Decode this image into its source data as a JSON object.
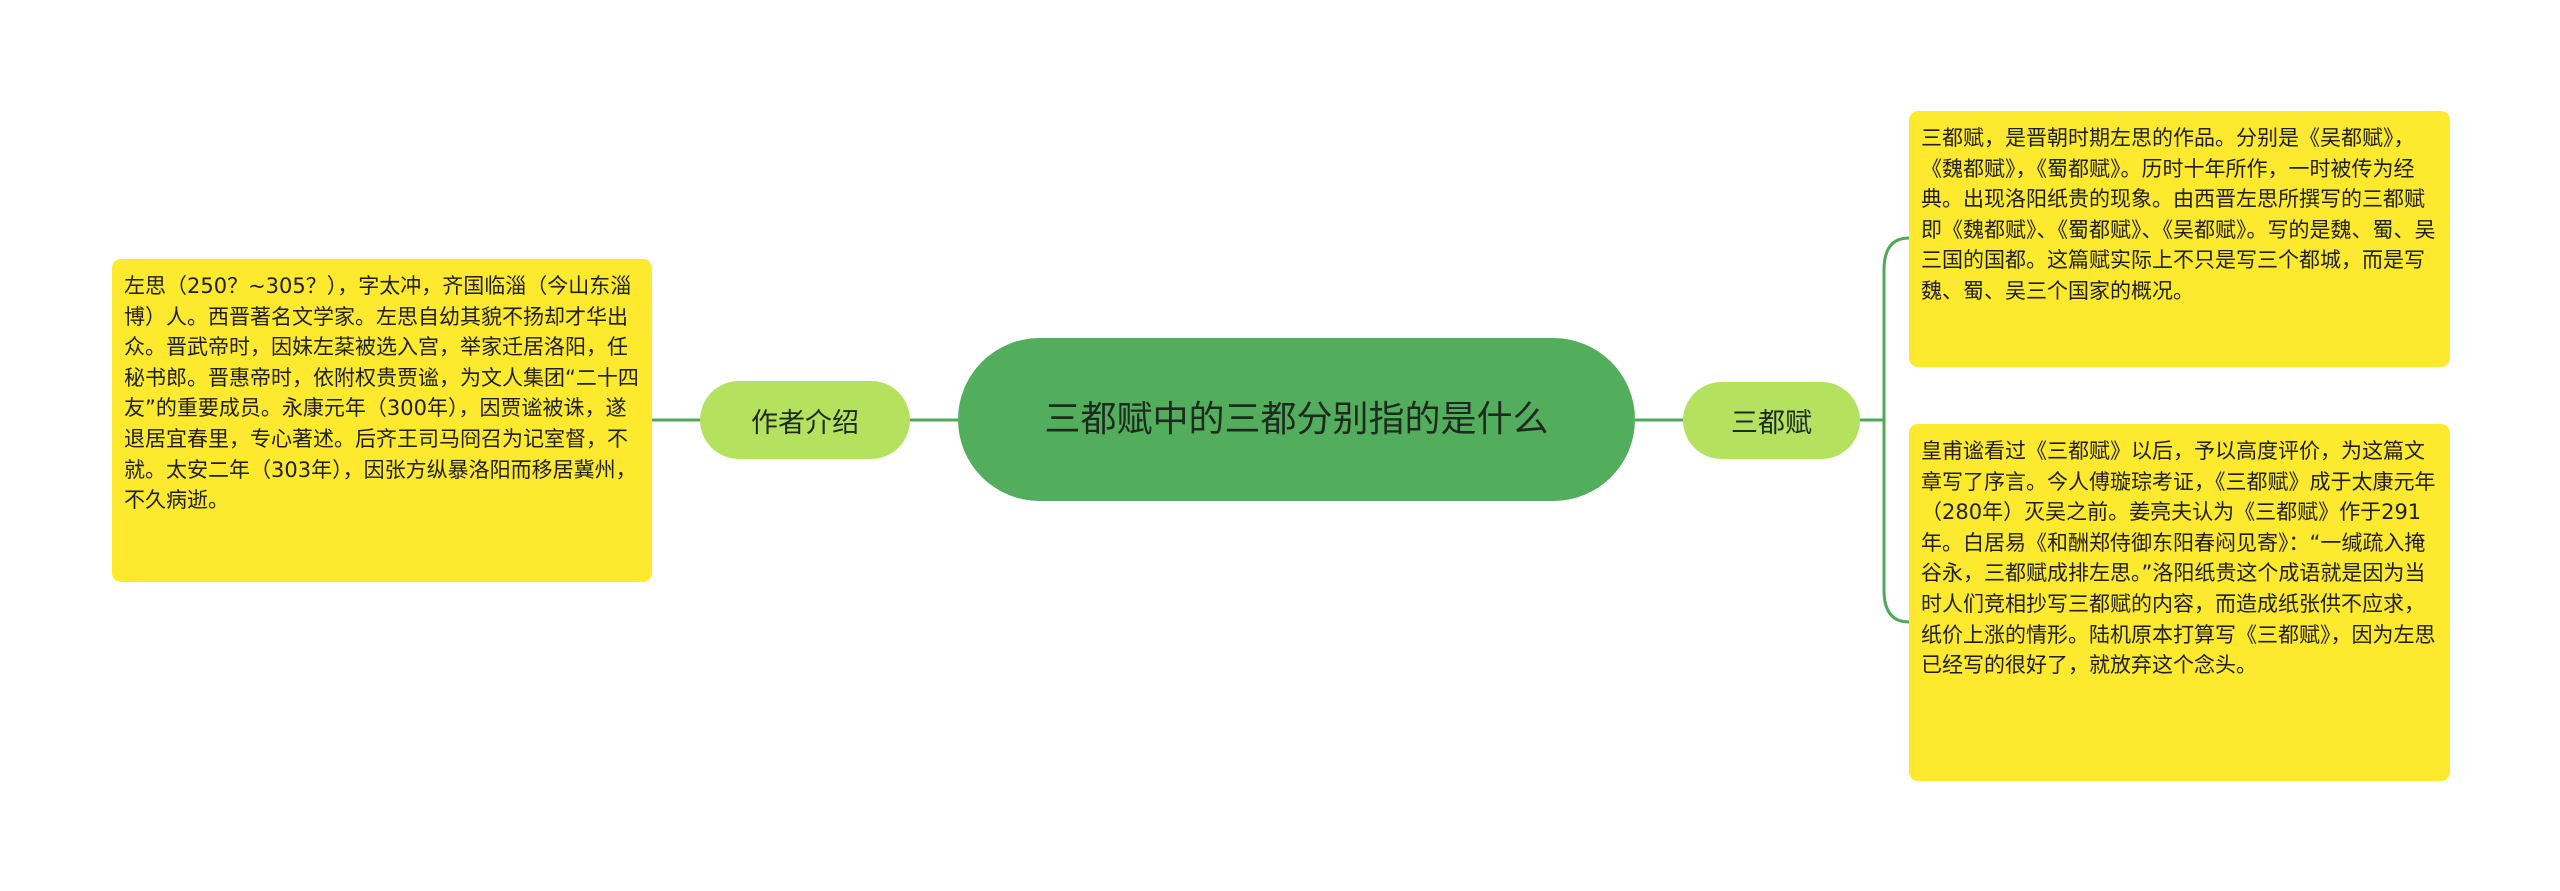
{
  "mindmap": {
    "central": {
      "title": "三都赋中的三都分别指的是什么",
      "color": "#52ae5c"
    },
    "branches": [
      {
        "label": "作者介绍",
        "side": "left",
        "color": "#b4e25f",
        "notes": [
          "左思（250？~305？），字太冲，齐国临淄（今山东淄博）人。西晋著名文学家。左思自幼其貌不扬却才华出众。晋武帝时，因妹左棻被选入宫，举家迁居洛阳，任秘书郎。晋惠帝时，依附权贵贾谧，为文人集团“二十四友”的重要成员。永康元年（300年），因贾谧被诛，遂退居宜春里，专心著述。后齐王司马冏召为记室督，不就。太安二年（303年），因张方纵暴洛阳而移居冀州，不久病逝。"
        ]
      },
      {
        "label": "三都赋",
        "side": "right",
        "color": "#b4e25f",
        "notes": [
          "三都赋，是晋朝时期左思的作品。分别是《吴都赋》，《魏都赋》，《蜀都赋》。历时十年所作，一时被传为经典。出现洛阳纸贵的现象。由西晋左思所撰写的三都赋即《魏都赋》、《蜀都赋》、《吴都赋》。写的是魏、蜀、吴三国的国都。这篇赋实际上不只是写三个都城，而是写魏、蜀、吴三个国家的概况。",
          "皇甫谧看过《三都赋》以后，予以高度评价，为这篇文章写了序言。今人傅璇琮考证，《三都赋》成于太康元年（280年）灭吴之前。姜亮夫认为《三都赋》作于291年。白居易《和酬郑侍御东阳春闷见寄》：“一缄疏入掩谷永，三都赋成排左思。”洛阳纸贵这个成语就是因为当时人们竞相抄写三都赋的内容，而造成纸张供不应求，纸价上涨的情形。陆机原本打算写《三都赋》，因为左思已经写的很好了，就放弃这个念头。"
        ]
      }
    ],
    "note_color": "#fde92e",
    "line_color": "#4ea95a"
  }
}
